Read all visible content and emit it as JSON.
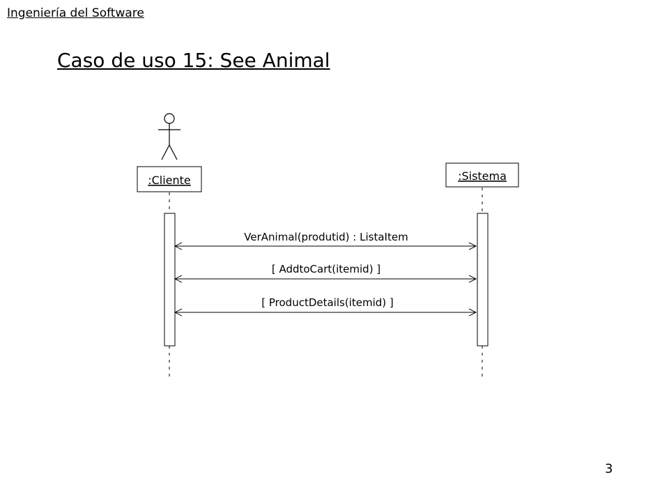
{
  "header": {
    "course_title": "Ingeniería del Software"
  },
  "slide": {
    "title": "Caso de uso 15: See Animal",
    "page_number": "3"
  },
  "diagram": {
    "type": "sequence",
    "actor": {
      "icon": "stick-figure-icon"
    },
    "objects": [
      {
        "id": "cliente",
        "prefix": ":",
        "name": "Cliente"
      },
      {
        "id": "sistema",
        "prefix": ":",
        "name": "Sistema"
      }
    ],
    "messages": [
      {
        "label": "VerAnimal(produtid) : ListaItem",
        "from": "cliente",
        "to": "sistema",
        "arrowheads": "both"
      },
      {
        "label": "[ AddtoCart(itemid) ]",
        "from": "cliente",
        "to": "sistema",
        "arrowheads": "both"
      },
      {
        "label": "[ ProductDetails(itemid) ]",
        "from": "cliente",
        "to": "sistema",
        "arrowheads": "both"
      }
    ]
  }
}
